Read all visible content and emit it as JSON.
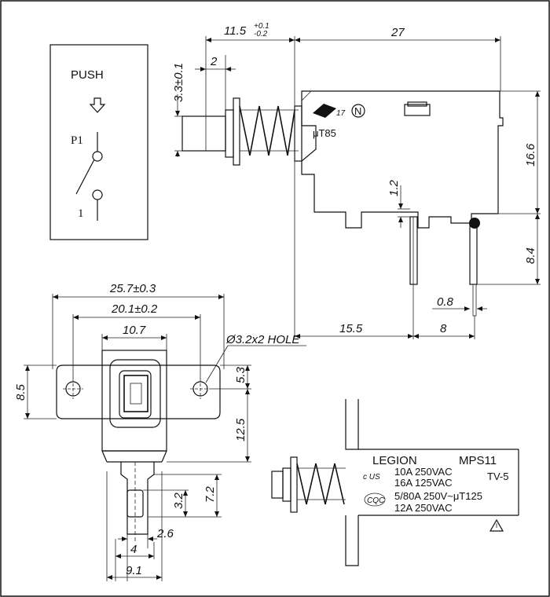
{
  "switch_symbol": {
    "push_label": "PUSH",
    "terminal_top": "P1",
    "terminal_bottom": "1"
  },
  "dimensions": {
    "stroke_dim": "11.5",
    "stroke_tol_plus": "+0.1",
    "stroke_tol_minus": "-0.2",
    "body_length": "27",
    "button_height": "3.3±0.1",
    "button_width": "2",
    "body_height": "16.6",
    "notch": "1.2",
    "pin_length": "8.4",
    "pin_thickness": "0.8",
    "pin_offset": "15.5",
    "pin_pitch": "8",
    "mount_pitch": "25.7±0.3",
    "hole_pitch": "20.1±0.2",
    "body_width": "10.7",
    "hole_label": "Ø3.2x2 HOLE",
    "flange_height": "8.5",
    "flange_half": "5.3",
    "body_depth": "12.5",
    "pin_slot": "7.2",
    "slot_height": "3.2",
    "pin_gap": "2.6",
    "pin_width": "4",
    "overall_width": "9.1"
  },
  "label_plate": {
    "brand": "LEGION",
    "model": "MPS11",
    "ratings": [
      "10A 250VAC",
      "16A 125VAC",
      "5/80A 250V~μT125",
      "12A 250VAC"
    ],
    "tv_rating": "TV-5",
    "ul_mark": "c US",
    "cqc_mark": "CQC"
  },
  "body_marks": {
    "temp_rating": "μT85",
    "n_mark": "N",
    "cert_mark": "17"
  },
  "colors": {
    "line": "#111111",
    "background": "#ffffff"
  }
}
